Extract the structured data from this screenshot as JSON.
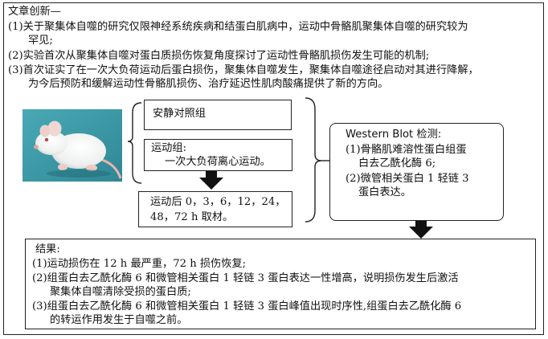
{
  "header": {
    "title": "文章创新—",
    "lines": [
      "(1)关于聚集体自噬的研究仅限神经系统疾病和结蛋白肌病中，运动中骨骼肌聚集体自噬的研究较为",
      "罕见;",
      "(2)实验首次从聚集体自噬对蛋白质损伤恢复角度探讨了运动性骨骼肌损伤发生可能的机制;",
      "(3)首次证实了在一次大负荷运动后蛋白损伤，聚集体自噬发生，聚集体自噬途径启动对其进行降解，",
      "为今后预防和缓解运动性骨骼肌损伤、治疗延迟性肌肉酸痛提供了新的方向。"
    ]
  },
  "groups": {
    "control": "安静对照组",
    "exercise_title": "运动组:",
    "exercise_detail": "一次大负荷离心运动。",
    "timepoints_line1": "运动后 0，3，6，12，24，",
    "timepoints_line2": "48，72 h 取材。"
  },
  "western_blot": {
    "title": "Western Blot 检测:",
    "item1_line1": "(1)骨骼肌难溶性蛋白组蛋",
    "item1_line2": "白去乙酰化酶 6;",
    "item2_line1": "(2)微管相关蛋白 1 轻链 3",
    "item2_line2": "蛋白表达。"
  },
  "results": {
    "title": "结果:",
    "lines": [
      "(1)运动损伤在 12 h 最严重，72 h 损伤恢复;",
      "(2)组蛋白去乙酰化酶 6 和微管相关蛋白 1 轻链 3 蛋白表达一性增高，说明损伤发生后激活",
      "聚集体自噬清除受损的蛋白质;",
      "(3)组蛋白去乙酰化酶 6 和微管相关蛋白 1 轻链 3 蛋白峰值出现时序性,组蛋白去乙酰化酶 6",
      "的转运作用发生于自噬之前。"
    ]
  },
  "colors": {
    "photo_bg": "#3d9aa8",
    "line": "#222222"
  }
}
